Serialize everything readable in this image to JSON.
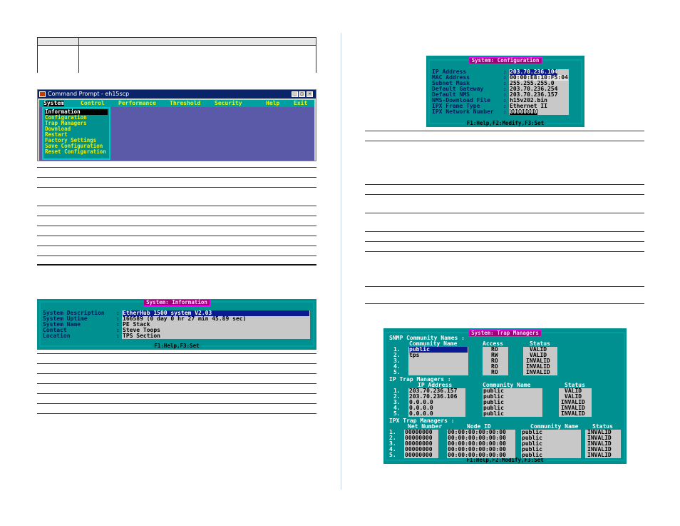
{
  "cmd_window": {
    "title": "Command Prompt - eh15scp",
    "menu": [
      "System",
      "Control",
      "Performance",
      "Threshold",
      "Security",
      "Help",
      "Exit"
    ],
    "dropdown": [
      "Information",
      "Configuration",
      "Trap Managers",
      "Download",
      "Restart",
      "Factory Settings",
      "Save Configuration",
      "Reset Configuration"
    ]
  },
  "sys_info": {
    "title": "System: Information",
    "footer": "F1:Help,F3:Set",
    "rows": [
      {
        "label": "System Description",
        "value": "EtherHub 1500 system V2.03"
      },
      {
        "label": "System Uptime",
        "value": "166589 (0 day 0 hr 27 min 45.89 sec)"
      },
      {
        "label": "System Name",
        "value": "PE Stack"
      },
      {
        "label": "Contact",
        "value": "Steve Toops"
      },
      {
        "label": "Location",
        "value": "TPS Section"
      }
    ]
  },
  "sys_config": {
    "title": "System: Configuration",
    "footer": "F1:Help,F2:Modify,F3:Set",
    "rows": [
      {
        "label": "IP Address",
        "value": "203.70.236.104"
      },
      {
        "label": "MAC Address",
        "value": "00:00:E8:10:F5:04"
      },
      {
        "label": "Subnet Mask",
        "value": "255.255.255.0"
      },
      {
        "label": "Default Gateway",
        "value": "203.70.236.254"
      },
      {
        "label": "Default NMS",
        "value": "203.70.236.157"
      },
      {
        "label": "NMS-Download File",
        "value": "h15v202.bin"
      },
      {
        "label": "IPX Frame Type",
        "value": "Ethernet II"
      },
      {
        "label": "IPX Network Number",
        "value": "00000000"
      }
    ]
  },
  "trap": {
    "title": "System: Trap Managers",
    "footer": "F1:Help,F2:Modify,F3:Set",
    "snmp_heading": "SNMP Community Names :",
    "snmp_cols": [
      "Community Name",
      "Access",
      "Status"
    ],
    "snmp_rows": [
      {
        "n": "1.",
        "name": "public",
        "access": "RO",
        "status": "VALID"
      },
      {
        "n": "2.",
        "name": "tps",
        "access": "RW",
        "status": "VALID"
      },
      {
        "n": "3.",
        "name": "",
        "access": "RO",
        "status": "INVALID"
      },
      {
        "n": "4.",
        "name": "",
        "access": "RO",
        "status": "INVALID"
      },
      {
        "n": "5.",
        "name": "",
        "access": "RO",
        "status": "INVALID"
      }
    ],
    "ip_heading": "IP Trap Managers :",
    "ip_cols": [
      "IP Address",
      "Community Name",
      "Status"
    ],
    "ip_rows": [
      {
        "n": "1.",
        "ip": "203.70.236.157",
        "name": "public",
        "status": "VALID"
      },
      {
        "n": "2.",
        "ip": "203.70.236.106",
        "name": "public",
        "status": "VALID"
      },
      {
        "n": "3.",
        "ip": "0.0.0.0",
        "name": "public",
        "status": "INVALID"
      },
      {
        "n": "4.",
        "ip": "0.0.0.0",
        "name": "public",
        "status": "INVALID"
      },
      {
        "n": "5.",
        "ip": "0.0.0.0",
        "name": "public",
        "status": "INVALID"
      }
    ],
    "ipx_heading": "IPX Trap Managers :",
    "ipx_cols": [
      "Net Number",
      "Node ID",
      "Community Name",
      "Status"
    ],
    "ipx_rows": [
      {
        "n": "1.",
        "net": "00000000",
        "node": "00:00:00:00:00:00",
        "name": "public",
        "status": "INVALID"
      },
      {
        "n": "2.",
        "net": "00000000",
        "node": "00:00:00:00:00:00",
        "name": "public",
        "status": "INVALID"
      },
      {
        "n": "3.",
        "net": "00000000",
        "node": "00:00:00:00:00:00",
        "name": "public",
        "status": "INVALID"
      },
      {
        "n": "4.",
        "net": "00000000",
        "node": "00:00:00:00:00:00",
        "name": "public",
        "status": "INVALID"
      },
      {
        "n": "5.",
        "net": "00000000",
        "node": "00:00:00:00:00:00",
        "name": "public",
        "status": "INVALID"
      }
    ]
  }
}
